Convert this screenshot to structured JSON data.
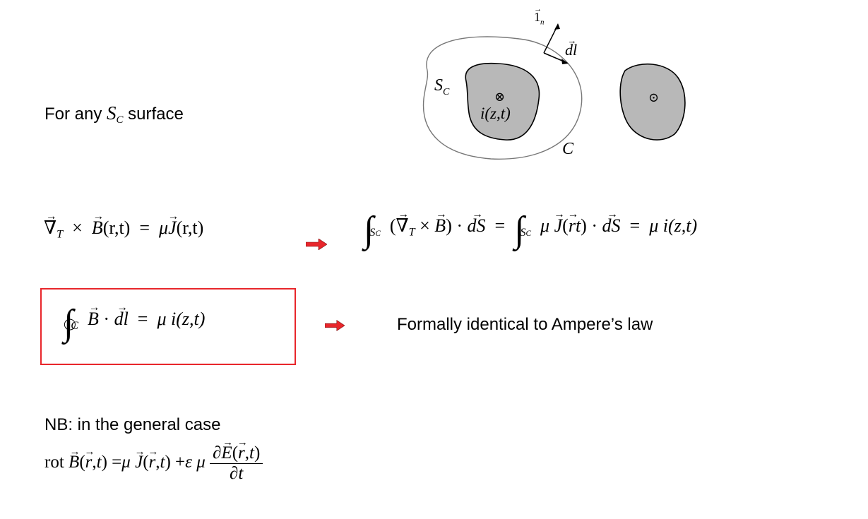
{
  "intro": {
    "prefix": "For any ",
    "symbol": "S",
    "symbol_sub": "C",
    "suffix": " surface"
  },
  "figure": {
    "unit_normal_label": "1",
    "unit_normal_sub": "n",
    "dl_label": "dl",
    "surface_label": "S",
    "surface_label_sub": "C",
    "contour_label": "C",
    "current_label": "i(z,t)",
    "into_symbol": "⊗",
    "out_symbol": "⊙",
    "colors": {
      "conductor_fill": "#b8b8b8",
      "stroke": "#000000",
      "contour": "#888888"
    }
  },
  "eq1": {
    "nabla": "∇",
    "T": "T",
    "times": "×",
    "B": "B",
    "args": "(r,t)",
    "eq": "=",
    "mu": "μ",
    "J": "J",
    "dot": "·",
    "dS": "dS",
    "rhs": "μ i(z,t)"
  },
  "eq2": {
    "lhs": "μ i(z,t)"
  },
  "ampere_note": "Formally identical to Ampere’s law",
  "nb_text": "NB: in the general case",
  "rot": {
    "rot_word": "rot",
    "eps": "ε",
    "partial": "∂",
    "t": "t"
  },
  "colors": {
    "arrow_red": "#e8262b",
    "box_border": "#e8262b"
  }
}
